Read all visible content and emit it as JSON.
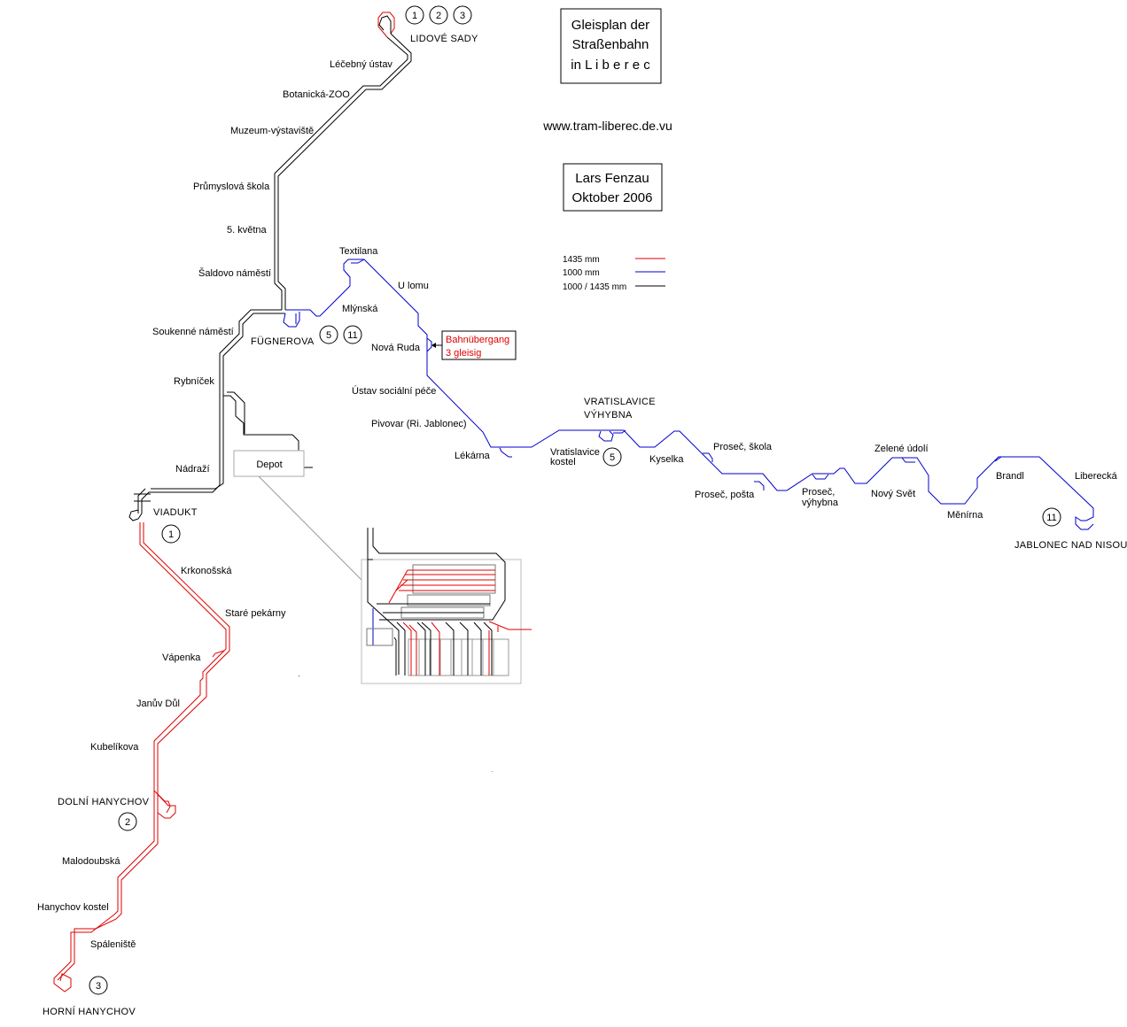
{
  "title": {
    "line1": "Gleisplan der",
    "line2": "Straßenbahn",
    "line3": "in L i b e r e c"
  },
  "url": "www.tram-liberec.de.vu",
  "author": {
    "name": "Lars  Fenzau",
    "date": "Oktober 2006"
  },
  "legend": [
    {
      "label": "1435 mm",
      "color": "#e00000"
    },
    {
      "label": "1000 mm",
      "color": "#0000cc"
    },
    {
      "label": "1000 / 1435 mm",
      "color": "#000000"
    }
  ],
  "note": {
    "line1": "Bahnübergang",
    "line2": "3 gleisig"
  },
  "depot_label": "Depot",
  "termini": {
    "lidove_sady": {
      "name": "LIDOVÉ SADY",
      "lines": [
        "1",
        "2",
        "3"
      ]
    },
    "fugnerova": {
      "name": "FÜGNEROVA",
      "lines": [
        "5",
        "11"
      ]
    },
    "viadukt": {
      "name": "VIADUKT",
      "lines": [
        "1"
      ]
    },
    "dolni_hanychov": {
      "name": "DOLNÍ HANYCHOV",
      "lines": [
        "2"
      ]
    },
    "horni_hanychov": {
      "name": "HORNÍ HANYCHOV",
      "lines": [
        "3"
      ]
    },
    "vratislavice_vyhybna": {
      "line1": "VRATISLAVICE",
      "line2": "VÝHYBNA"
    },
    "vratislavice_kostel": {
      "line1": "Vratislavice",
      "line2": "kostel",
      "lines": [
        "5"
      ]
    },
    "jablonec": {
      "name": "JABLONEC NAD NISOU",
      "lines": [
        "11"
      ]
    }
  },
  "stops_north": [
    "Léčebný ústav",
    "Botanická-ZOO",
    "Muzeum-výstaviště",
    "Průmyslová škola",
    "5. května",
    "Šaldovo náměstí",
    "Soukenné náměstí",
    "Rybníček",
    "Nádraží"
  ],
  "stops_south": [
    "Krkonošská",
    "Staré pekárny",
    "Vápenka",
    "Janův Důl",
    "Kubelíkova",
    "Malodoubská",
    "Hanychov kostel",
    "Spáleniště"
  ],
  "stops_east": [
    "Textilana",
    "Mlýnská",
    "U lomu",
    "Nová Ruda",
    "Ústav sociální péče",
    "Pivovar (Ri. Jablonec)",
    "Lékárna",
    "Kyselka",
    "Proseč, škola",
    "Proseč, pošta",
    "Nový Svět",
    "Zelené údolí",
    "Měnírna",
    "Brandl",
    "Liberecká"
  ],
  "prosec_vyhybna": {
    "line1": "Proseč,",
    "line2": "výhybna"
  }
}
